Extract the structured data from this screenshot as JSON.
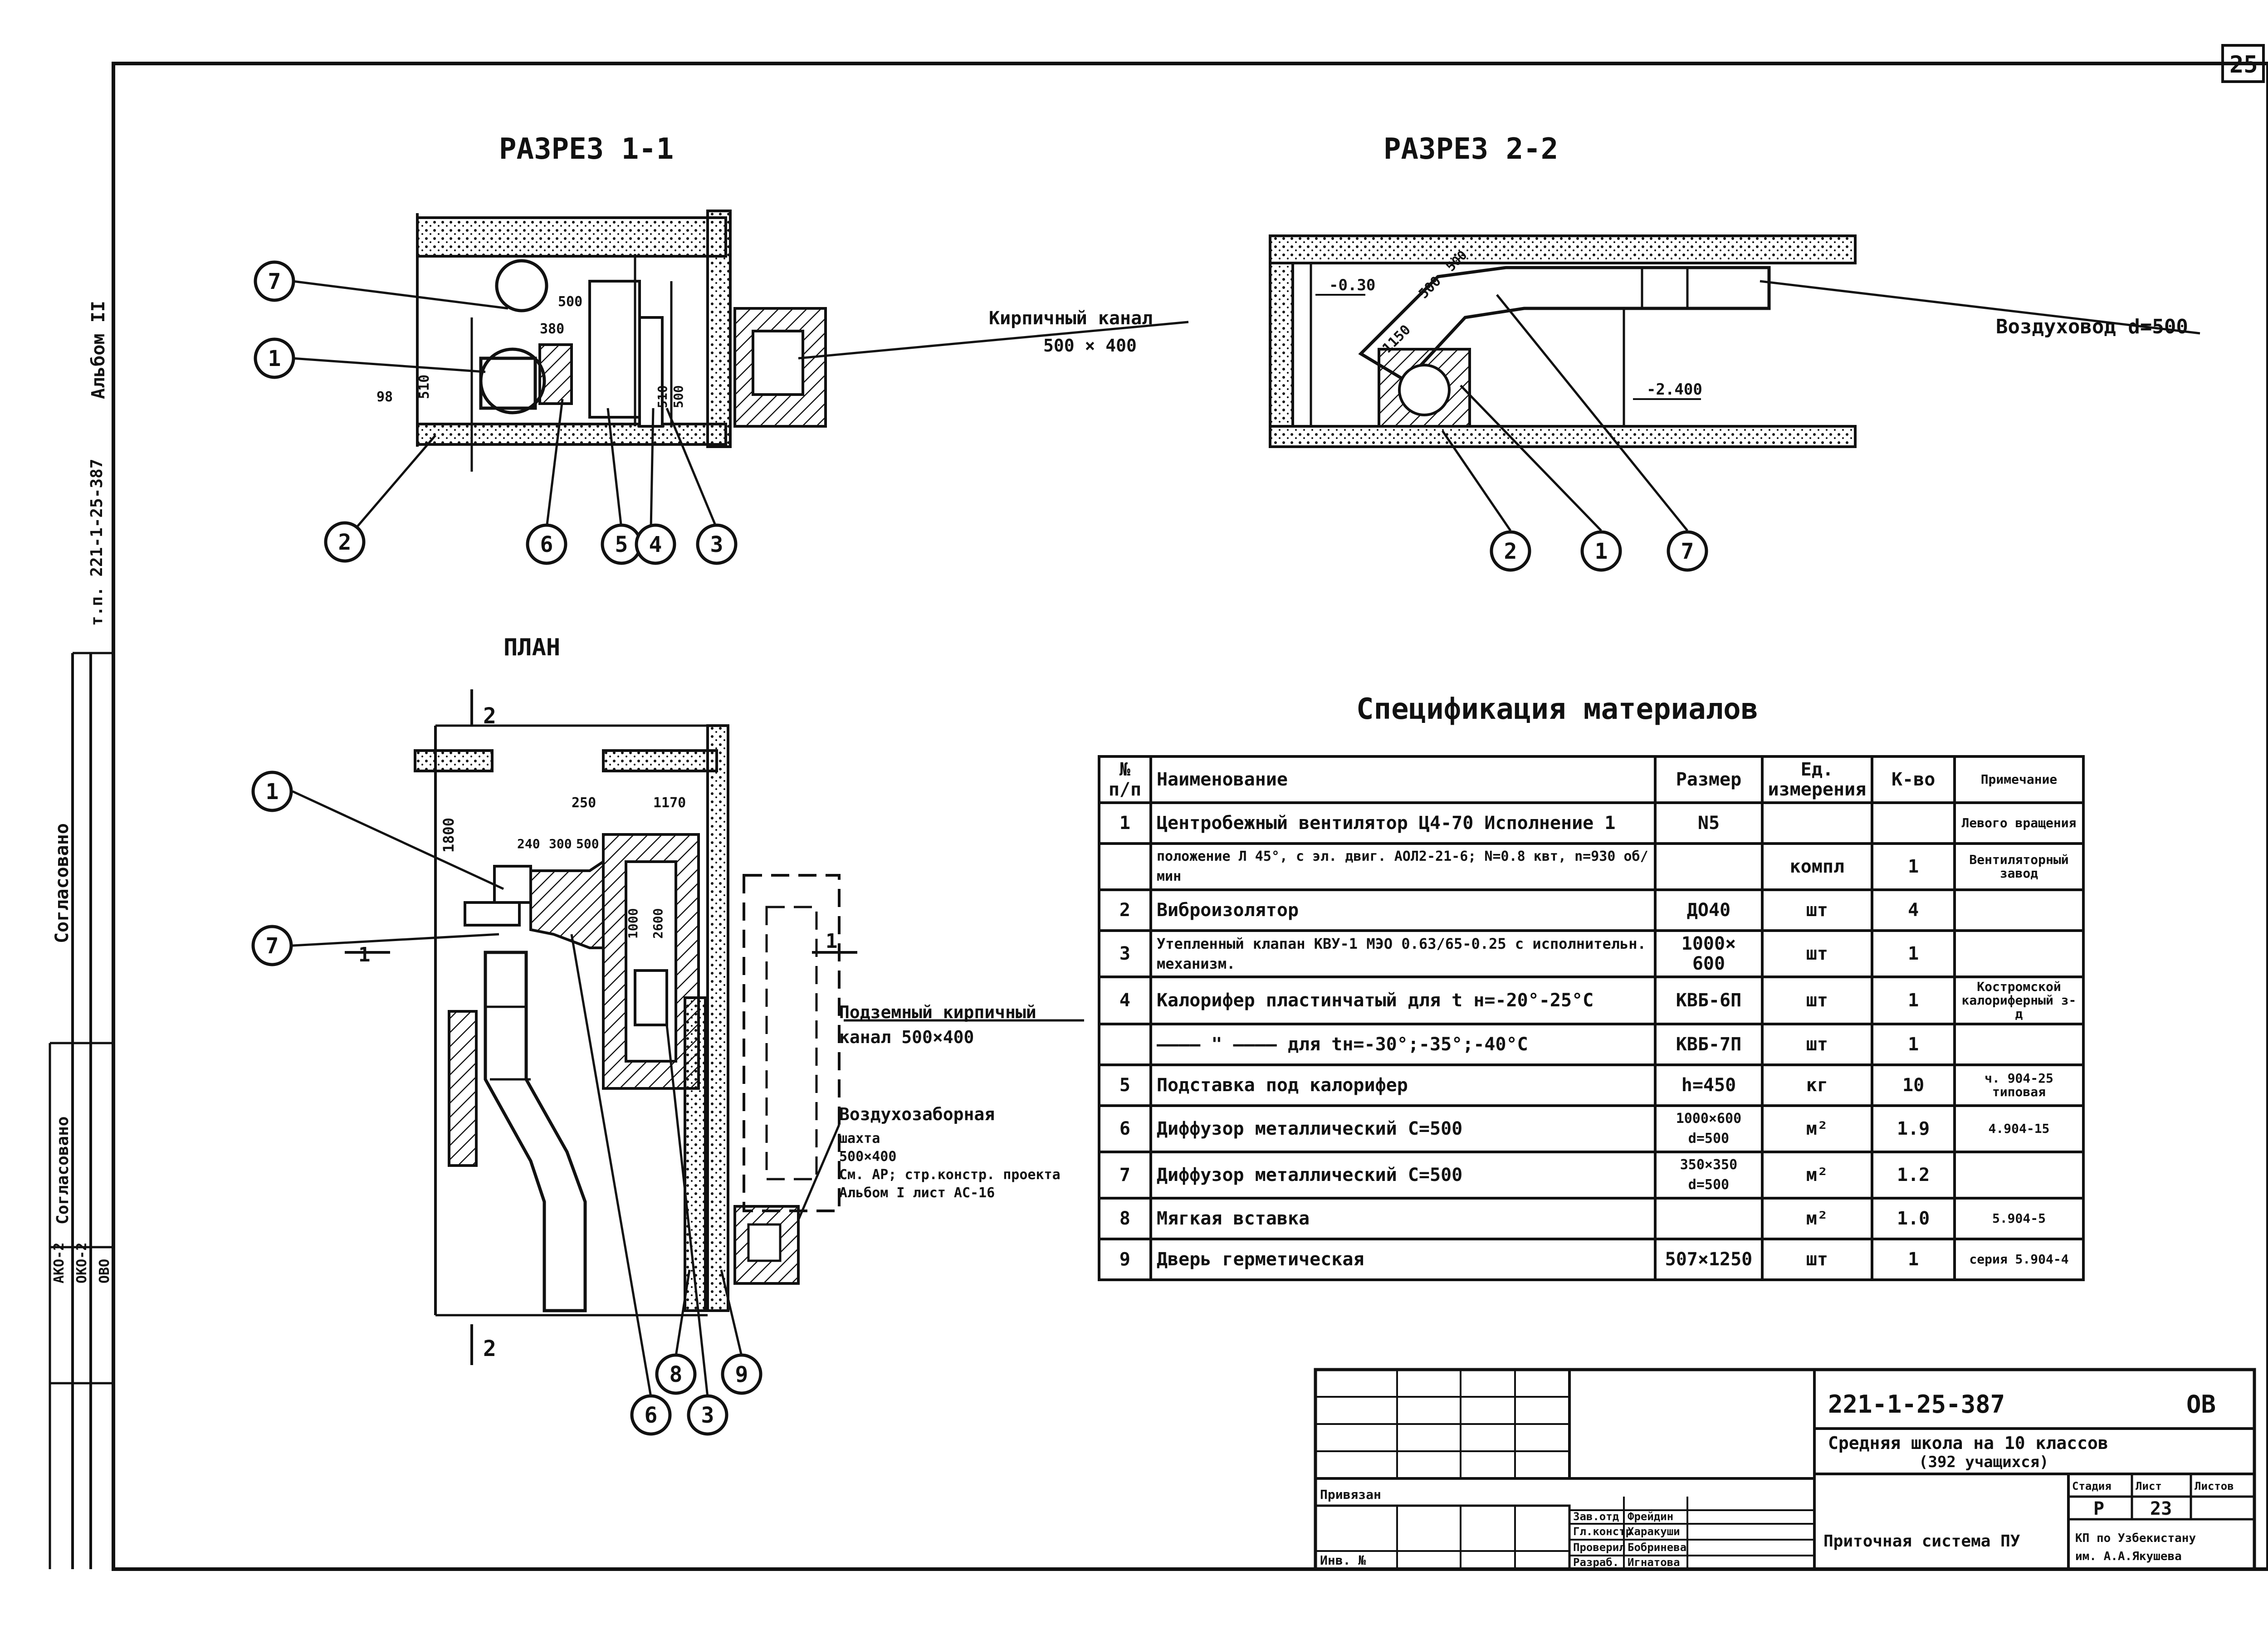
{
  "sheet_number": "25",
  "section_titles": {
    "section_1": "РАЗРЕЗ 1-1",
    "section_2": "РАЗРЕЗ 2-2",
    "plan": "ПЛАН"
  },
  "section_1": {
    "duct_label": "Кирпичный канал",
    "duct_size": "500 × 400",
    "dims": [
      "500",
      "380",
      "98",
      "510",
      "510",
      "500"
    ],
    "callouts": [
      "7",
      "1",
      "2",
      "6",
      "5",
      "4",
      "3"
    ]
  },
  "section_2": {
    "level_top": "-0.30",
    "level_bottom": "-2.400",
    "duct_label": "Воздуховод d=500",
    "dims": [
      "1150",
      "500",
      "500"
    ],
    "callouts": [
      "2",
      "1",
      "7"
    ]
  },
  "plan": {
    "axis_label_top": "2",
    "axis_label_bottom": "2",
    "axis_label_left": "1",
    "axis_label_right": "1",
    "dims": [
      "1800",
      "250",
      "1170",
      "240",
      "300",
      "500",
      "1000",
      "2600"
    ],
    "underground_label": "Подземный кирпичный",
    "underground_label2": "канал 500×400",
    "shaft_label": "Воздухозаборная",
    "shaft_lines": [
      "шахта",
      "500×400",
      "См. АР; стр.констр. проекта",
      "Альбом I лист АС-16"
    ],
    "callouts": [
      "1",
      "7",
      "6",
      "3",
      "8",
      "9"
    ]
  },
  "spec": {
    "title": "Спецификация материалов",
    "headers": [
      "№ п/п",
      "Наименование",
      "Размер",
      "Ед. измерения",
      "К-во",
      "Примечание"
    ],
    "rows": [
      {
        "no": "1",
        "name": "Центробежный вентилятор Ц4-70 Исполнение 1",
        "size": "N5",
        "unit": "",
        "qty": "",
        "note": "Левого вращения"
      },
      {
        "no": "",
        "name": "положение Л 45°, с эл. двиг. АОЛ2-21-6; N=0.8 квт, n=930 об/мин",
        "size": "",
        "unit": "компл",
        "qty": "1",
        "note": "Вентиляторный завод"
      },
      {
        "no": "2",
        "name": "Виброизолятор",
        "size": "ДО40",
        "unit": "шт",
        "qty": "4",
        "note": ""
      },
      {
        "no": "3",
        "name": "Утепленный клапан КВУ-1  МЭО 0.63/65-0.25 с исполнительн. механизм.",
        "size": "1000× 600",
        "unit": "шт",
        "qty": "1",
        "note": ""
      },
      {
        "no": "4",
        "name": "Калорифер пластинчатый для t н=-20°-25°С",
        "size": "КВБ-6П",
        "unit": "шт",
        "qty": "1",
        "note": "Костромской калориферный з-д"
      },
      {
        "no": "",
        "name": "———— \" ———— для tн=-30°;-35°;-40°С",
        "size": "КВБ-7П",
        "unit": "шт",
        "qty": "1",
        "note": ""
      },
      {
        "no": "5",
        "name": "Подставка под калорифер",
        "size": "h=450",
        "unit": "кг",
        "qty": "10",
        "note": "ч. 904-25 типовая"
      },
      {
        "no": "6",
        "name": "Диффузор металлический С=500",
        "size": "1000×600 d=500",
        "unit": "м²",
        "qty": "1.9",
        "note": "4.904-15"
      },
      {
        "no": "7",
        "name": "Диффузор металлический С=500",
        "size": "350×350 d=500",
        "unit": "м²",
        "qty": "1.2",
        "note": ""
      },
      {
        "no": "8",
        "name": "Мягкая вставка",
        "size": "",
        "unit": "м²",
        "qty": "1.0",
        "note": "5.904-5"
      },
      {
        "no": "9",
        "name": "Дверь герметическая",
        "size": "507×1250",
        "unit": "шт",
        "qty": "1",
        "note": "серия 5.904-4"
      }
    ]
  },
  "title_block": {
    "project_code": "221-1-25-387",
    "part": "ОВ",
    "building": "Средняя школа на 10 классов",
    "capacity": "(392 учащихся)",
    "drawing_name": "Приточная система ПУ",
    "stage_header": "Стадия",
    "sheet_header": "Лист",
    "sheets_header": "Листов",
    "stage": "Р",
    "sheet": "23",
    "org_line1": "КП по Узбекистану",
    "org_line2": "им. А.А.Якушева",
    "bound_label": "Привязан",
    "inv_label": "Инв. №",
    "roles": [
      {
        "role": "Зав.отд",
        "name": "Фрейдин"
      },
      {
        "role": "Гл.констр",
        "name": "Харакуши"
      },
      {
        "role": "Проверил",
        "name": "Бобринева"
      },
      {
        "role": "Разраб.",
        "name": "Игнатова"
      }
    ]
  },
  "left_margin": {
    "album": "Альбом II",
    "code": "т.п. 221-1-25-387",
    "agreed": "Согласовано",
    "agreed2": "Согласовано",
    "stamps": [
      "АКО-2",
      "ОКО-2",
      "ОВО"
    ]
  }
}
